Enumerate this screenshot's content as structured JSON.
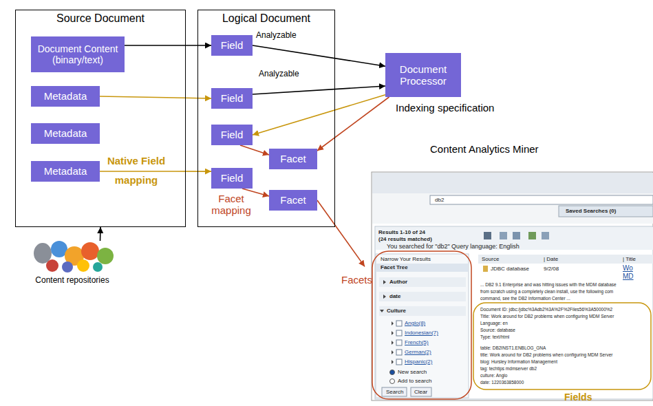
{
  "diagram": {
    "nodes": [
      {
        "text": [
          "Source Document"
        ]
      },
      {
        "text": [
          "Document Content (binary/text)"
        ],
        "in": 0
      },
      {
        "text": [
          "Metadata"
        ],
        "in": 0
      },
      {
        "text": [
          "Metadata"
        ],
        "in": 0
      },
      {
        "text": [
          "Metadata"
        ],
        "in": 0
      },
      {
        "text": [
          "Logical Document"
        ]
      },
      {
        "text": [
          "Field"
        ],
        "in": 5
      },
      {
        "text": [
          "Field"
        ],
        "in": 5
      },
      {
        "text": [
          "Field"
        ],
        "in": 5
      },
      {
        "text": [
          "Field"
        ],
        "in": 5
      },
      {
        "text": [
          "Facet"
        ],
        "in": 5
      },
      {
        "text": [
          "Facet"
        ],
        "in": 5
      },
      {
        "text": [
          "Document Processor"
        ]
      },
      {
        "text": [
          "Content repositories"
        ]
      },
      {
        "text": [
          "Content Analytics Miner"
        ]
      }
    ],
    "edges": [
      {
        "from": 1,
        "to": 6,
        "arrow": "to"
      },
      {
        "from": 6,
        "to": 12,
        "label": "Analyzable",
        "arrow": "to"
      },
      {
        "from": 7,
        "to": 12,
        "label": "Analyzable",
        "arrow": "to"
      },
      {
        "from": 2,
        "to": 7,
        "arrow": "to"
      },
      {
        "from": 12,
        "to": 8,
        "arrow": "to"
      },
      {
        "from": 12,
        "to": 10,
        "label": "Indexing specification",
        "arrow": "to"
      },
      {
        "from": 8,
        "to": 10,
        "arrow": "to"
      },
      {
        "from": 9,
        "to": 11,
        "label": "Facet mapping",
        "arrow": "to"
      },
      {
        "from": 4,
        "to": 9,
        "label": "Native Field mapping",
        "arrow": "to"
      },
      {
        "from": 13,
        "to": 0,
        "arrow": "to"
      },
      {
        "from": 11,
        "to": 14,
        "arrow": "to"
      }
    ],
    "labels": [
      "db2",
      "Saved Searches (0)",
      "Results 1-10 of 24",
      "(24 results matched)",
      "You searched for \"db2\" Query language: English",
      "Narrow Your Results",
      "Facet Tree",
      "Author",
      "date",
      "Culture",
      "Anglo(8)",
      "Indonesian(7)",
      "French(5)",
      "German(2)",
      "Hispanic(2)",
      "New search",
      "Add to search",
      "Search",
      "Clear",
      "Source",
      "| Date",
      "| Title",
      "JDBC database",
      "9/2/08",
      "Wo",
      "MD",
      "... DB2 9.1 Enterprise and was hitting issues with the MDM database",
      "from scratch using a completely clean install, use the following com",
      "command, see the DB2 Information Center ...",
      "Document ID: jdbc:/jdbc%3Adb2%3A%2F%2Files56%3A50000%2",
      "Title: Work around for DB2 problems when configuring MDM Server",
      "Language: en",
      "Source: database",
      "Type: text/html",
      "table: DB2INST1.ENBLOG_GNA",
      "title: Work around for DB2 problems when configuring MDM Server",
      "blog: Hursley Information Management",
      "tag: techtips mdmserver db2",
      "culture: Anglo",
      "date: 1220363858000",
      "Facets",
      "Fields"
    ]
  }
}
